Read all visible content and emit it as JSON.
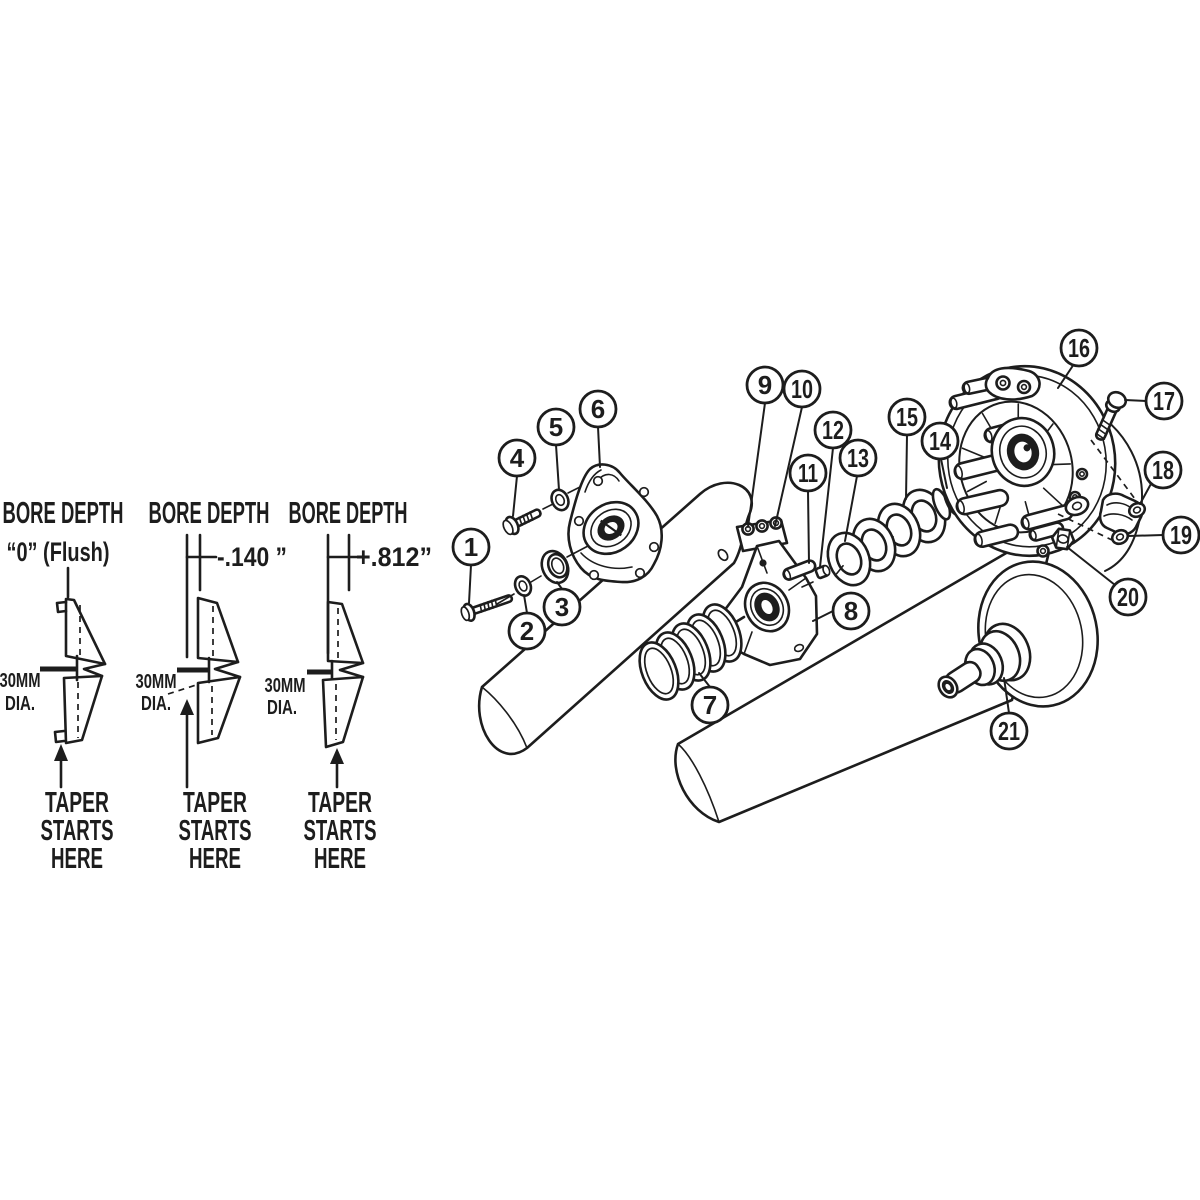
{
  "figure": {
    "background_color": "#ffffff",
    "line_color": "#1d1d1d",
    "kind": "exploded-parts-diagram"
  },
  "bore_depth_diagrams": [
    {
      "title": "BORE DEPTH",
      "dimension": "“0” (Flush)",
      "bore_diameter": "30MM",
      "bore_diameter_unit": "DIA.",
      "taper": [
        "TAPER",
        "STARTS",
        "HERE"
      ]
    },
    {
      "title": "BORE DEPTH",
      "dimension": "-.140 ”",
      "bore_diameter": "30MM",
      "bore_diameter_unit": "DIA.",
      "taper": [
        "TAPER",
        "STARTS",
        "HERE"
      ]
    },
    {
      "title": "BORE DEPTH",
      "dimension": "+.812”",
      "bore_diameter": "30MM",
      "bore_diameter_unit": "DIA.",
      "taper": [
        "TAPER",
        "STARTS",
        "HERE"
      ]
    }
  ],
  "callouts": {
    "1": "1",
    "2": "2",
    "3": "3",
    "4": "4",
    "5": "5",
    "6": "6",
    "7": "7",
    "8": "8",
    "9": "9",
    "10": "10",
    "11": "11",
    "12": "12",
    "13": "13",
    "14": "14",
    "15": "15",
    "16": "16",
    "17": "17",
    "18": "18",
    "19": "19",
    "20": "20",
    "21": "21"
  }
}
